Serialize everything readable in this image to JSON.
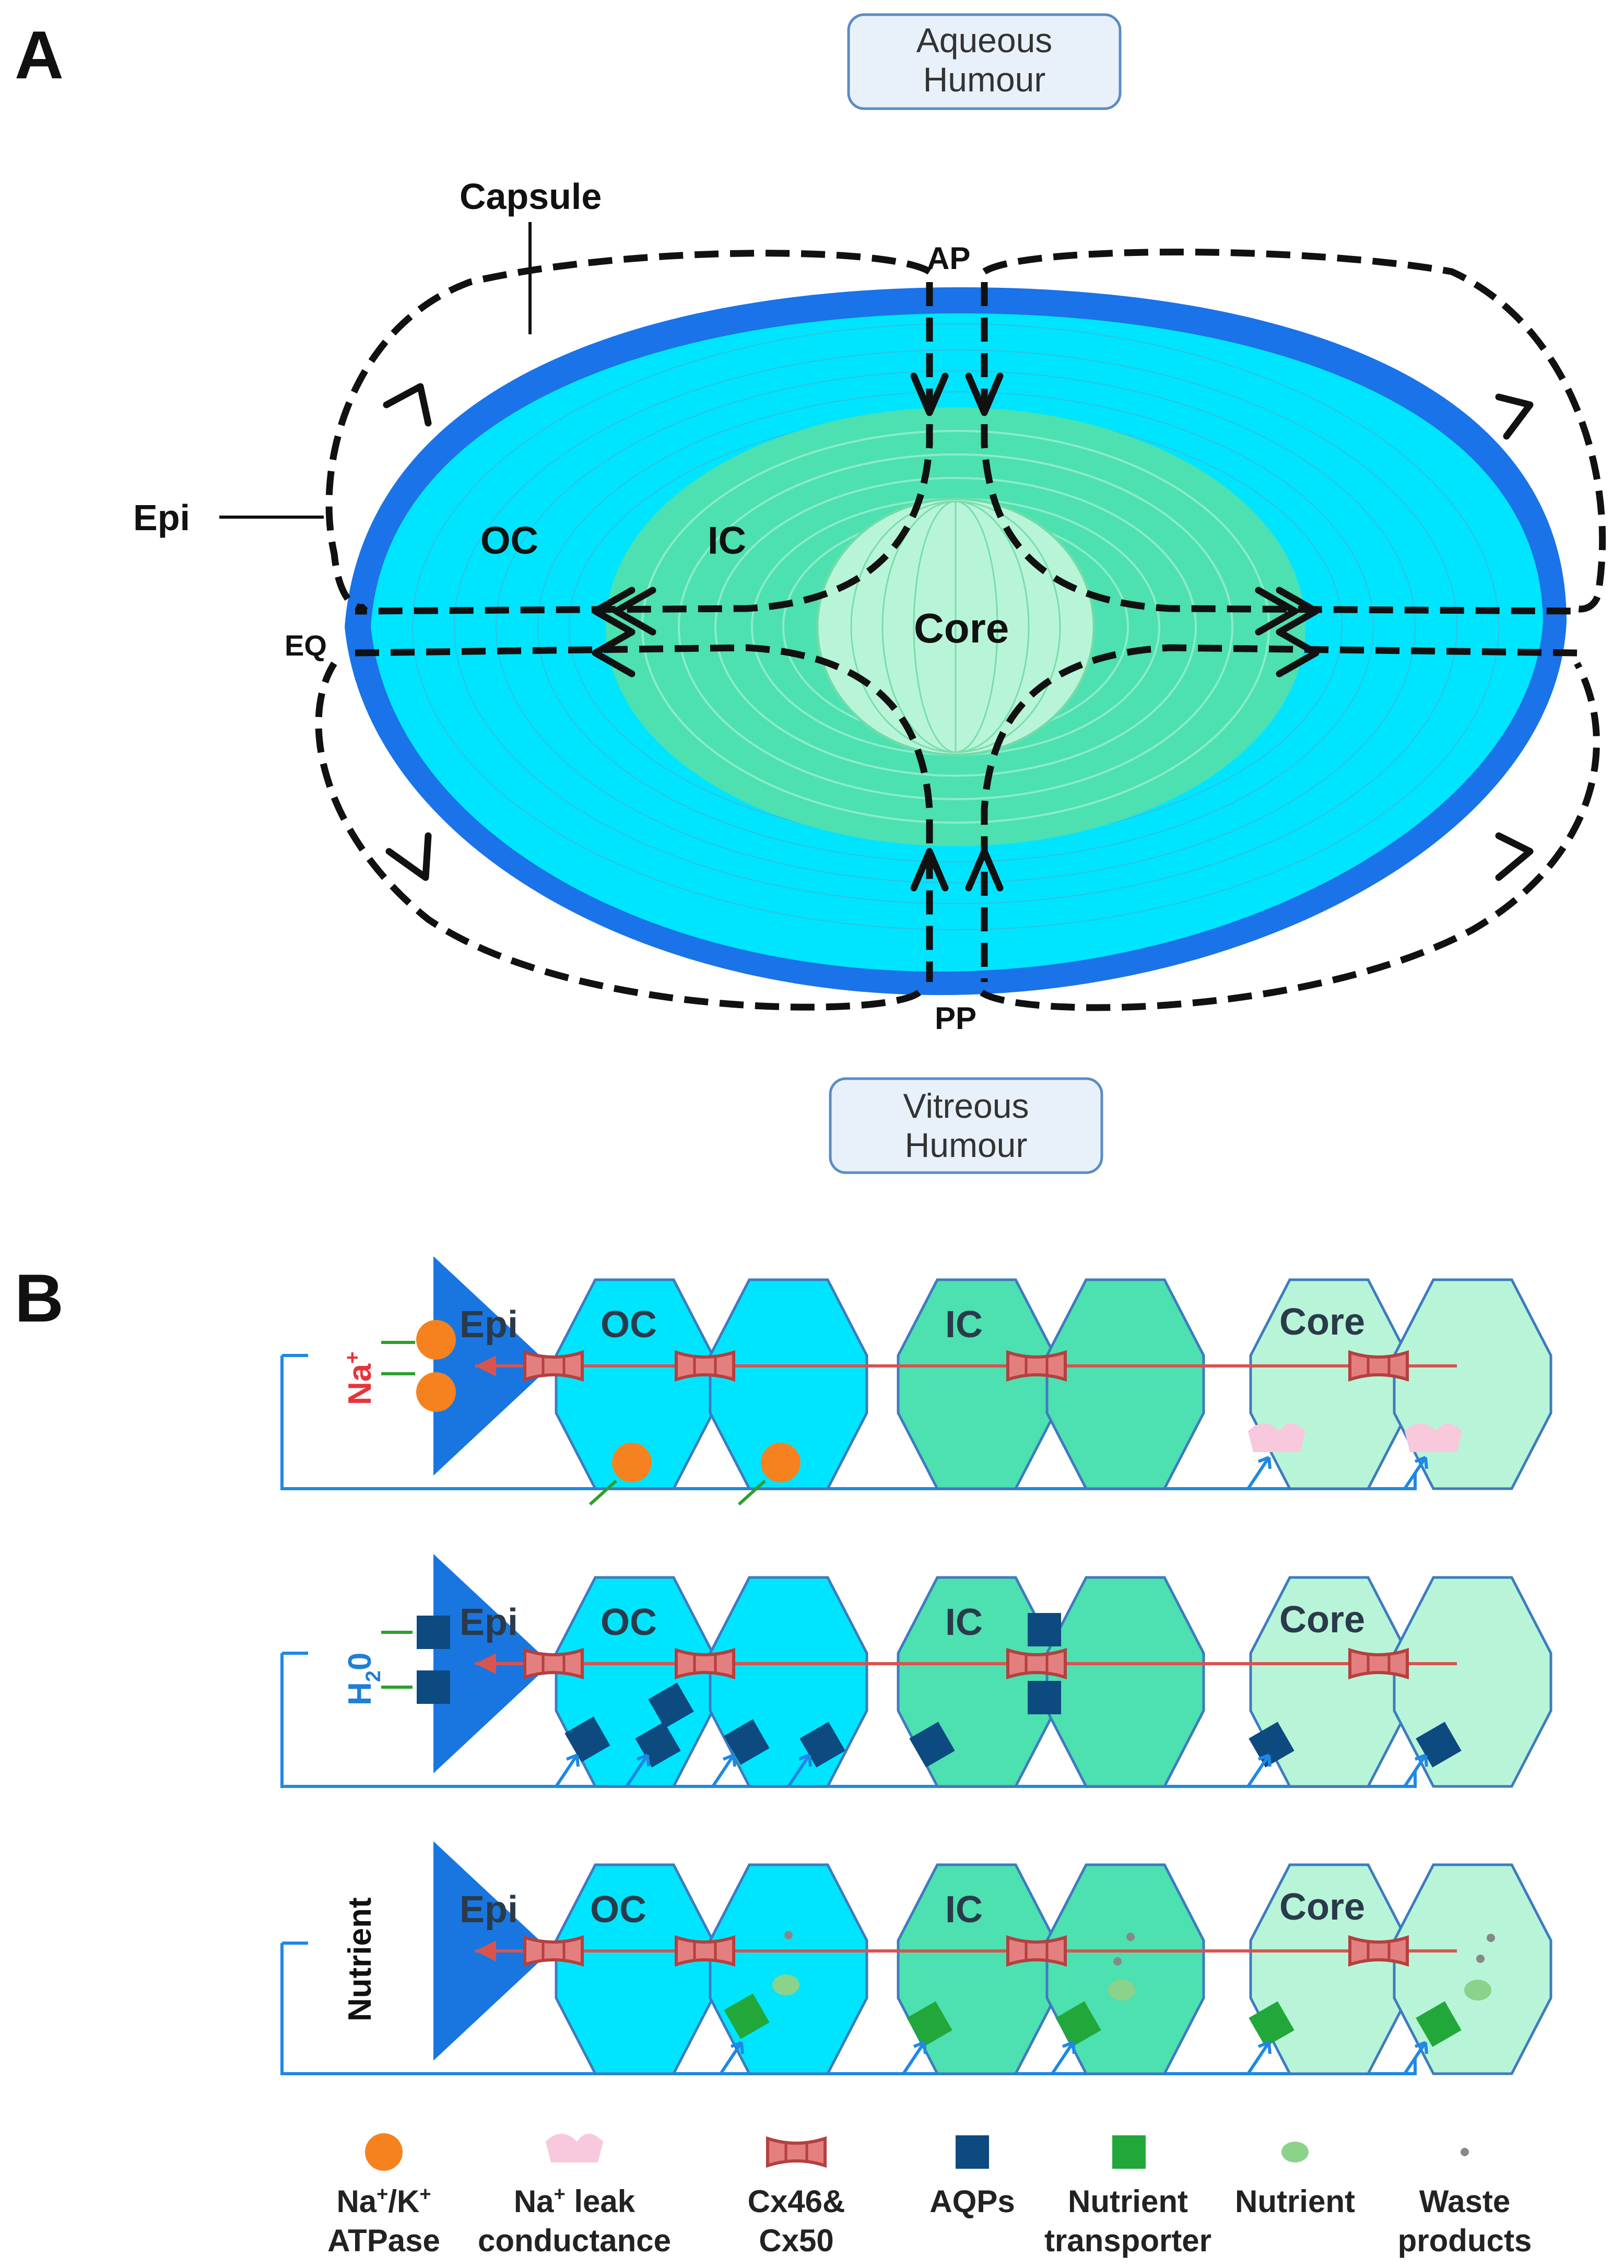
{
  "panels": {
    "a": "A",
    "b": "B"
  },
  "panel_a": {
    "aqueous": [
      "Aqueous",
      "Humour"
    ],
    "vitreous": [
      "Vitreous",
      "Humour"
    ],
    "labels": {
      "capsule": "Capsule",
      "epi": "Epi",
      "oc": "OC",
      "ic": "IC",
      "core": "Core",
      "ap": "AP",
      "pp": "PP",
      "eq": "EQ"
    }
  },
  "panel_b": {
    "cells": {
      "epi": "Epi",
      "oc": "OC",
      "ic": "IC",
      "core": "Core"
    },
    "rows": [
      {
        "id": "na",
        "label_main": "Na",
        "label_sup": "+",
        "color": "#e8333a"
      },
      {
        "id": "h2o",
        "label_main": "H",
        "label_sub": "2",
        "label_tail": "0",
        "color": "#1e7fd6"
      },
      {
        "id": "nutrient",
        "label_main": "Nutrient",
        "color": "#2ca02c"
      }
    ]
  },
  "legend": [
    {
      "id": "nak-atpase",
      "lines": [
        "Na+/K+",
        "ATPase"
      ]
    },
    {
      "id": "na-leak",
      "lines": [
        "Na+ leak",
        "conductance"
      ]
    },
    {
      "id": "connexin",
      "lines": [
        "Cx46&",
        "Cx50"
      ]
    },
    {
      "id": "aqp",
      "lines": [
        "AQPs"
      ]
    },
    {
      "id": "nutrient-transporter",
      "lines": [
        "Nutrient",
        "transporter"
      ]
    },
    {
      "id": "nutrient",
      "lines": [
        "Nutrient"
      ]
    },
    {
      "id": "waste",
      "lines": [
        "Waste",
        "products"
      ]
    }
  ],
  "colors": {
    "capsule": "#1a73e8",
    "outer_cortex": "#00e5ff",
    "inner_cortex": "#4de0b0",
    "core": "#b8f5d8",
    "epi": "#1976e0",
    "na_arrow": "#d9534f",
    "atpase": "#f5821f",
    "aqp": "#0d4a80",
    "transporter": "#22a83a",
    "flow": "#1e88e5"
  }
}
